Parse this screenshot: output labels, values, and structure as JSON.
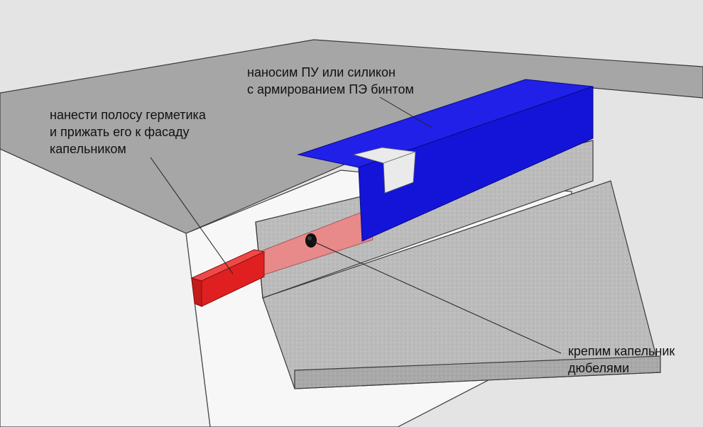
{
  "annotations": {
    "sealant": {
      "lines": [
        "нанести полосу герметика",
        "и прижать его к фасаду",
        "капельником"
      ]
    },
    "pu_silicone": {
      "lines": [
        "наносим ПУ или силикон",
        "с армированием ПЭ бинтом"
      ]
    },
    "dowels": {
      "lines": [
        "крепим капельник",
        "дюбелями"
      ]
    }
  },
  "colors": {
    "background": "#e4e4e4",
    "wall_top": "#a6a6a6",
    "wall_front": "#f2f2f2",
    "wall_side": "#f7f7f7",
    "sealant_strip": "#e8898a",
    "sealant_end": "#e02020",
    "flashing_metal": "#b9b9b9",
    "pu_band": "#1a1adc",
    "dowel": "#111111"
  }
}
